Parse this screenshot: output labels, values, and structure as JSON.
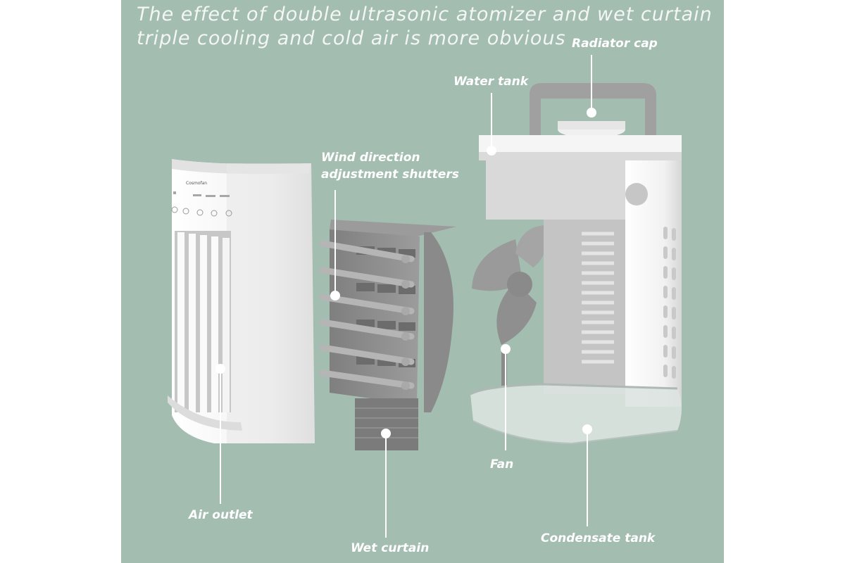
{
  "headline": {
    "line1": "The effect of double ultrasonic atomizer and wet curtain",
    "line2": "triple cooling and cold air is more obvious"
  },
  "labels": {
    "radiator_cap": "Radiator cap",
    "water_tank": "Water tank",
    "wind_shutters_line1": "Wind direction",
    "wind_shutters_line2": "adjustment shutters",
    "fan": "Fan",
    "air_outlet": "Air outlet",
    "wet_curtain": "Wet curtain",
    "condensate_tank": "Condensate tank"
  },
  "device_brand": "Cosmofan",
  "colors": {
    "background": "#a3bdb0",
    "frame": "#ffffff",
    "text": "#ffffff",
    "part_light": "#eeeeee",
    "part_gray": "#8e8e8e"
  }
}
